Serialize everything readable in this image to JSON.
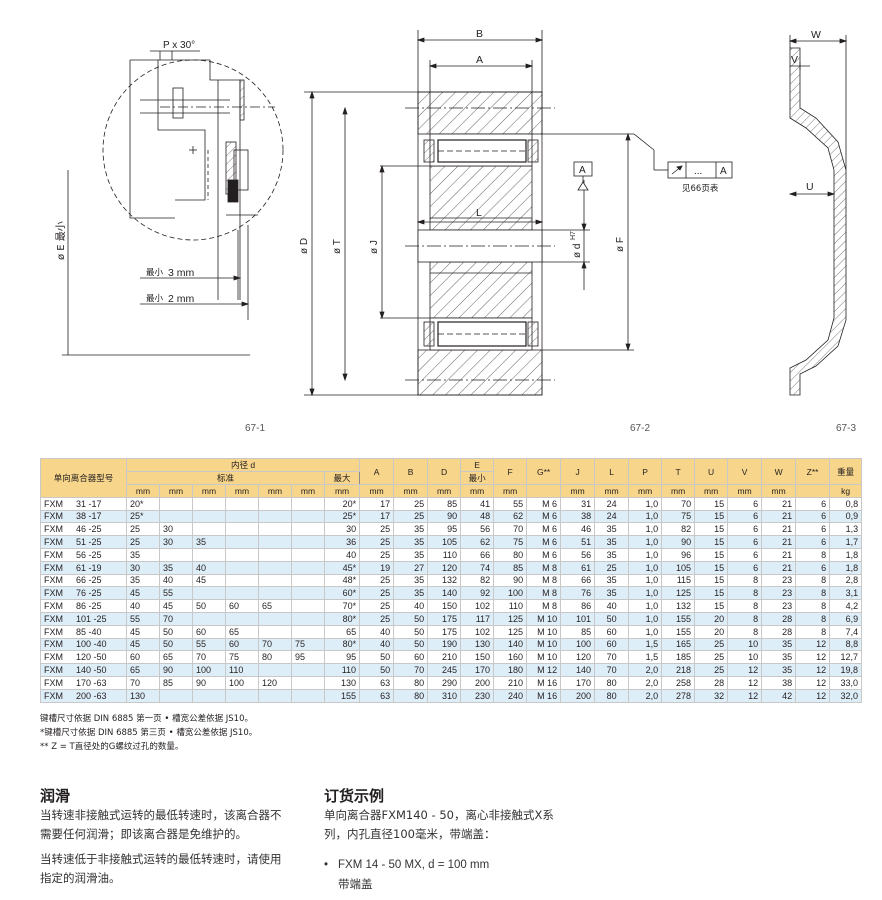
{
  "figures": {
    "fig1": {
      "number": "67-1",
      "chamfer": "P x 30°",
      "dim_E": "ø E 最小",
      "min3_prefix": "最小",
      "min3_value": "3 mm",
      "min2_prefix": "最小",
      "min2_value": "2 mm"
    },
    "fig2": {
      "number": "67-2",
      "B": "B",
      "A": "A",
      "D": "ø D",
      "T": "ø T",
      "J": "ø J",
      "L": "L",
      "d": "ø d",
      "d_sup": "H7",
      "F": "ø F",
      "datum": "A",
      "tol_dots": "...",
      "tol_datum": "A",
      "tol_note": "见66页表"
    },
    "fig3": {
      "number": "67-3",
      "W": "W",
      "V": "V",
      "U": "U"
    }
  },
  "table": {
    "header1": {
      "model": "单向离合器型号",
      "bore": "内径 d",
      "A": "A",
      "B": "B",
      "D": "D",
      "E": "E",
      "F": "F",
      "G": "G**",
      "J": "J",
      "L": "L",
      "P": "P",
      "T": "T",
      "U": "U",
      "V": "V",
      "W": "W",
      "Z": "Z**",
      "weight": "重量"
    },
    "header2": {
      "standard": "标准",
      "max": "最大",
      "E_min": "最小"
    },
    "units": {
      "bore1": "mm",
      "bore2": "mm",
      "bore3": "mm",
      "bore4": "mm",
      "bore5": "mm",
      "bore6": "mm",
      "max": "mm",
      "A": "mm",
      "B": "mm",
      "D": "mm",
      "E": "mm",
      "F": "mm",
      "G": "",
      "J": "mm",
      "L": "mm",
      "P": "mm",
      "T": "mm",
      "U": "mm",
      "V": "mm",
      "W": "mm",
      "Z": "",
      "weight": "kg"
    },
    "rows": [
      [
        "FXM",
        "31 -17",
        "20*",
        "",
        "",
        "",
        "",
        "",
        "20*",
        "17",
        "25",
        "85",
        "41",
        "55",
        "M 6",
        "31",
        "24",
        "1,0",
        "70",
        "15",
        "6",
        "21",
        "6",
        "0,8"
      ],
      [
        "FXM",
        "38 -17",
        "25*",
        "",
        "",
        "",
        "",
        "",
        "25*",
        "17",
        "25",
        "90",
        "48",
        "62",
        "M 6",
        "38",
        "24",
        "1,0",
        "75",
        "15",
        "6",
        "21",
        "6",
        "0,9"
      ],
      [
        "FXM",
        "46 -25",
        "25",
        "30",
        "",
        "",
        "",
        "",
        "30",
        "25",
        "35",
        "95",
        "56",
        "70",
        "M 6",
        "46",
        "35",
        "1,0",
        "82",
        "15",
        "6",
        "21",
        "6",
        "1,3"
      ],
      [
        "FXM",
        "51 -25",
        "25",
        "30",
        "35",
        "",
        "",
        "",
        "36",
        "25",
        "35",
        "105",
        "62",
        "75",
        "M 6",
        "51",
        "35",
        "1,0",
        "90",
        "15",
        "6",
        "21",
        "6",
        "1,7"
      ],
      [
        "FXM",
        "56 -25",
        "35",
        "",
        "",
        "",
        "",
        "",
        "40",
        "25",
        "35",
        "110",
        "66",
        "80",
        "M 6",
        "56",
        "35",
        "1,0",
        "96",
        "15",
        "6",
        "21",
        "8",
        "1,8"
      ],
      [
        "FXM",
        "61 -19",
        "30",
        "35",
        "40",
        "",
        "",
        "",
        "45*",
        "19",
        "27",
        "120",
        "74",
        "85",
        "M 8",
        "61",
        "25",
        "1,0",
        "105",
        "15",
        "6",
        "21",
        "6",
        "1,8"
      ],
      [
        "FXM",
        "66 -25",
        "35",
        "40",
        "45",
        "",
        "",
        "",
        "48*",
        "25",
        "35",
        "132",
        "82",
        "90",
        "M 8",
        "66",
        "35",
        "1,0",
        "115",
        "15",
        "8",
        "23",
        "8",
        "2,8"
      ],
      [
        "FXM",
        "76 -25",
        "45",
        "55",
        "",
        "",
        "",
        "",
        "60*",
        "25",
        "35",
        "140",
        "92",
        "100",
        "M 8",
        "76",
        "35",
        "1,0",
        "125",
        "15",
        "8",
        "23",
        "8",
        "3,1"
      ],
      [
        "FXM",
        "86 -25",
        "40",
        "45",
        "50",
        "60",
        "65",
        "",
        "70*",
        "25",
        "40",
        "150",
        "102",
        "110",
        "M 8",
        "86",
        "40",
        "1,0",
        "132",
        "15",
        "8",
        "23",
        "8",
        "4,2"
      ],
      [
        "FXM",
        "101 -25",
        "55",
        "70",
        "",
        "",
        "",
        "",
        "80*",
        "25",
        "50",
        "175",
        "117",
        "125",
        "M 10",
        "101",
        "50",
        "1,0",
        "155",
        "20",
        "8",
        "28",
        "8",
        "6,9"
      ],
      [
        "FXM",
        "85 -40",
        "45",
        "50",
        "60",
        "65",
        "",
        "",
        "65",
        "40",
        "50",
        "175",
        "102",
        "125",
        "M 10",
        "85",
        "60",
        "1,0",
        "155",
        "20",
        "8",
        "28",
        "8",
        "7,4"
      ],
      [
        "FXM",
        "100 -40",
        "45",
        "50",
        "55",
        "60",
        "70",
        "75",
        "80*",
        "40",
        "50",
        "190",
        "130",
        "140",
        "M 10",
        "100",
        "60",
        "1,5",
        "165",
        "25",
        "10",
        "35",
        "12",
        "8,8"
      ],
      [
        "FXM",
        "120 -50",
        "60",
        "65",
        "70",
        "75",
        "80",
        "95",
        "95",
        "50",
        "60",
        "210",
        "150",
        "160",
        "M 10",
        "120",
        "70",
        "1,5",
        "185",
        "25",
        "10",
        "35",
        "12",
        "12,7"
      ],
      [
        "FXM",
        "140 -50",
        "65",
        "90",
        "100",
        "110",
        "",
        "",
        "110",
        "50",
        "70",
        "245",
        "170",
        "180",
        "M 12",
        "140",
        "70",
        "2,0",
        "218",
        "25",
        "12",
        "35",
        "12",
        "19,8"
      ],
      [
        "FXM",
        "170 -63",
        "70",
        "85",
        "90",
        "100",
        "120",
        "",
        "130",
        "63",
        "80",
        "290",
        "200",
        "210",
        "M 16",
        "170",
        "80",
        "2,0",
        "258",
        "28",
        "12",
        "38",
        "12",
        "33,0"
      ],
      [
        "FXM",
        "200 -63",
        "130",
        "",
        "",
        "",
        "",
        "",
        "155",
        "63",
        "80",
        "310",
        "230",
        "240",
        "M 16",
        "200",
        "80",
        "2,0",
        "278",
        "32",
        "12",
        "42",
        "12",
        "32,0"
      ]
    ]
  },
  "footnotes": [
    "键槽尺寸依据 DIN 6885 第一页 • 槽宽公差依据 JS10。",
    "*键槽尺寸依据 DIN 6885 第三页 • 槽宽公差依据 JS10。",
    "** Z = T直径处的G螺纹过孔的数量。"
  ],
  "lubrication": {
    "title": "润滑",
    "p1_line1": "当转速非接触式运转的最低转速时，该离合器不",
    "p1_line2": "需要任何润滑；即该离合器是免维护的。",
    "p2_line1": "当转速低于非接触式运转的最低转速时，请使用",
    "p2_line2": "指定的润滑油。"
  },
  "ordering": {
    "title": "订货示例",
    "line1": "单向离合器FXM140 - 50，离心非接触式X系",
    "line2": "列，内孔直径100毫米，带端盖：",
    "bullet": "•",
    "item": "FXM 14 - 50 MX, d = 100 mm",
    "item_sub": "带端盖"
  }
}
